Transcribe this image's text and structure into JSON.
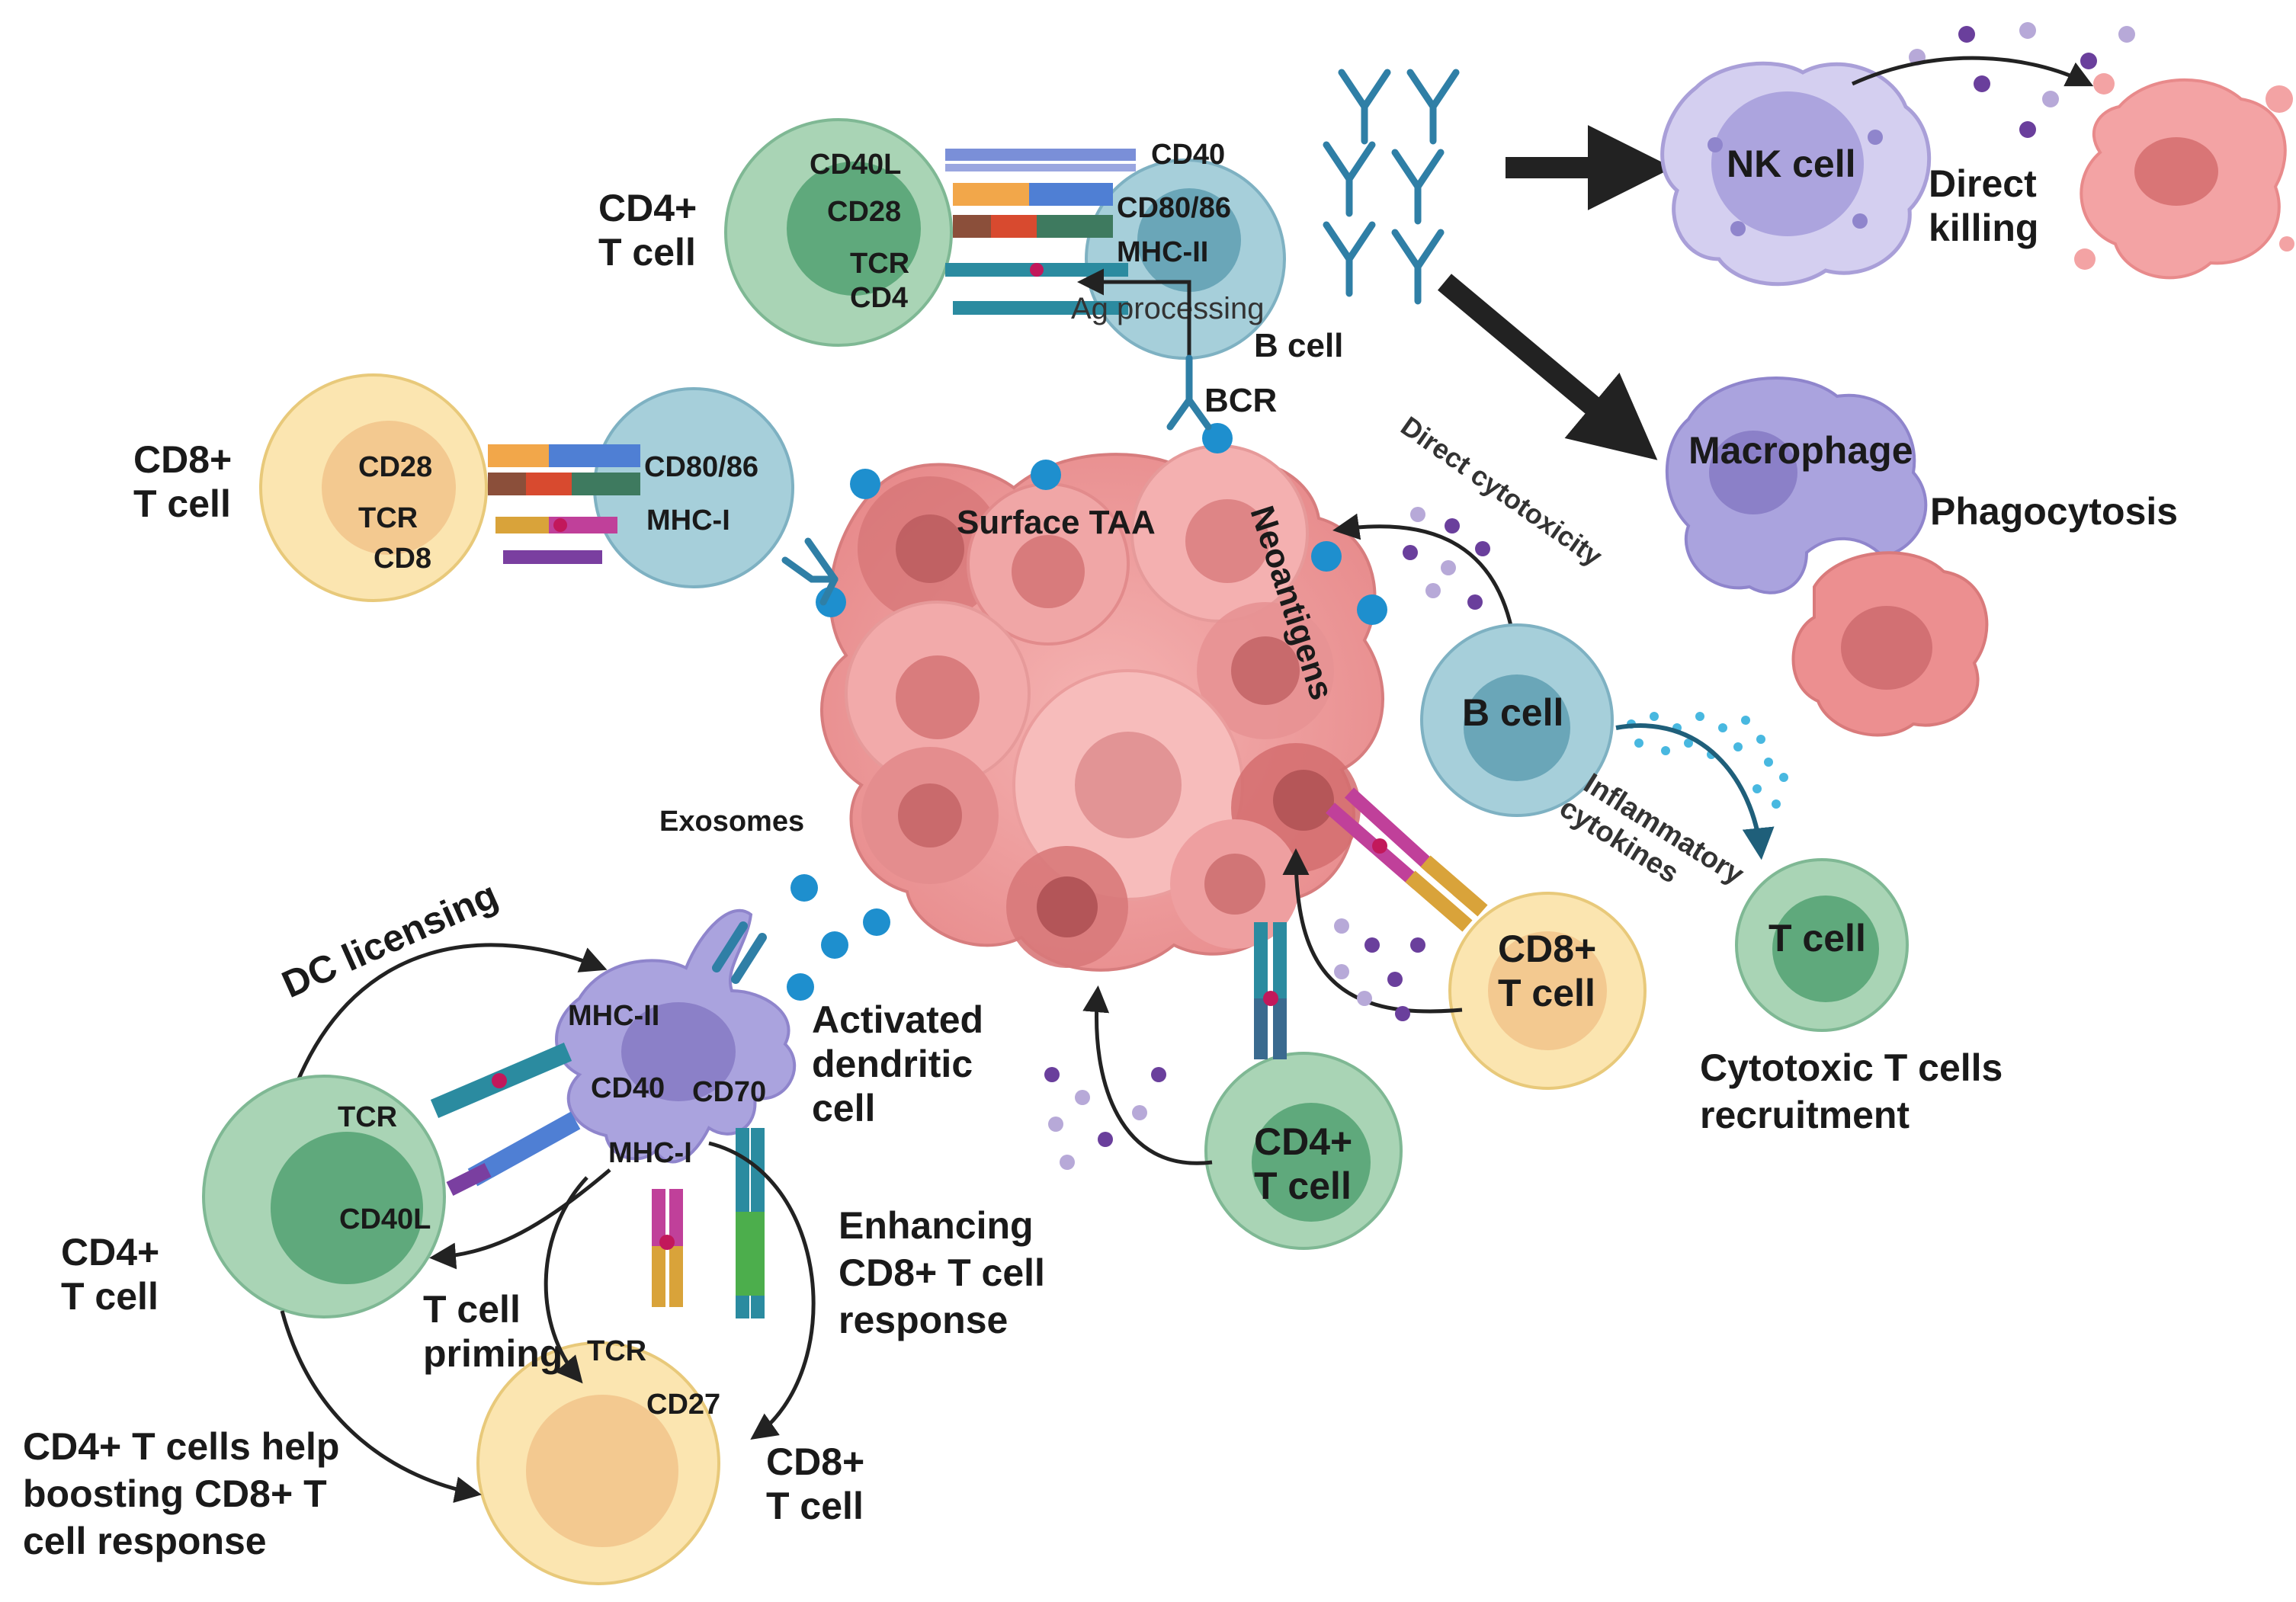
{
  "colors": {
    "cd4_outer": "#a9d4b5",
    "cd4_inner": "#5fa97c",
    "cd8_outer": "#fbe5b0",
    "cd8_inner": "#f3c990",
    "bcell_outer": "#a6cfda",
    "bcell_inner": "#6aa6b8",
    "tumor": "#e98f90",
    "tumor_dark": "#c86a6c",
    "dc": "#a9a3dc",
    "nk": "#c9c3ec",
    "antigen": "#1e8fce",
    "antibody": "#2f7fa6"
  },
  "top_center": {
    "cd4_cell": "CD4+\nT cell",
    "cd40l": "CD40L",
    "cd40": "CD40",
    "cd28": "CD28",
    "cd80_86": "CD80/86",
    "tcr": "TCR",
    "mhc_ii": "MHC-II",
    "cd4": "CD4",
    "ag_processing": "Ag processing",
    "b_cell": "B cell",
    "bcr": "BCR"
  },
  "left_mid": {
    "cd8_cell": "CD8+\nT cell",
    "cd28": "CD28",
    "cd80_86": "CD80/86",
    "tcr": "TCR",
    "mhc_i": "MHC-I",
    "cd8": "CD8"
  },
  "tumor": {
    "surface_taa": "Surface TAA",
    "neoantigens": "Neoantigens",
    "exosomes": "Exosomes"
  },
  "right": {
    "nk_cell": "NK cell",
    "direct_killing": "Direct\nkilling",
    "macrophage": "Macrophage",
    "phagocytosis": "Phagocytosis",
    "direct_cytotoxicity": "Direct cytotoxicity",
    "b_cell": "B cell",
    "inflammatory_cytokines": "Inflammatory\ncytokines",
    "t_cell": "T cell",
    "ctl_recruitment": "Cytotoxic T cells\nrecruitment",
    "cd8_cell": "CD8+\nT cell",
    "cd4_cell": "CD4+\nT cell"
  },
  "bottom_left": {
    "dc_licensing": "DC licensing",
    "activated_dc": "Activated\ndendritic\ncell",
    "mhc_ii": "MHC-II",
    "cd40": "CD40",
    "cd70": "CD70",
    "mhc_i": "MHC-I",
    "tcr_top": "TCR",
    "cd40l": "CD40L",
    "cd4_cell": "CD4+\nT cell",
    "t_cell_priming": "T cell\npriming",
    "tcr_bottom": "TCR",
    "cd27": "CD27",
    "enhancing": "Enhancing\nCD8+ T cell\nresponse",
    "cd8_cell": "CD8+\nT cell",
    "cd4_help": "CD4+ T cells help\nboosting CD8+ T\ncell response"
  }
}
